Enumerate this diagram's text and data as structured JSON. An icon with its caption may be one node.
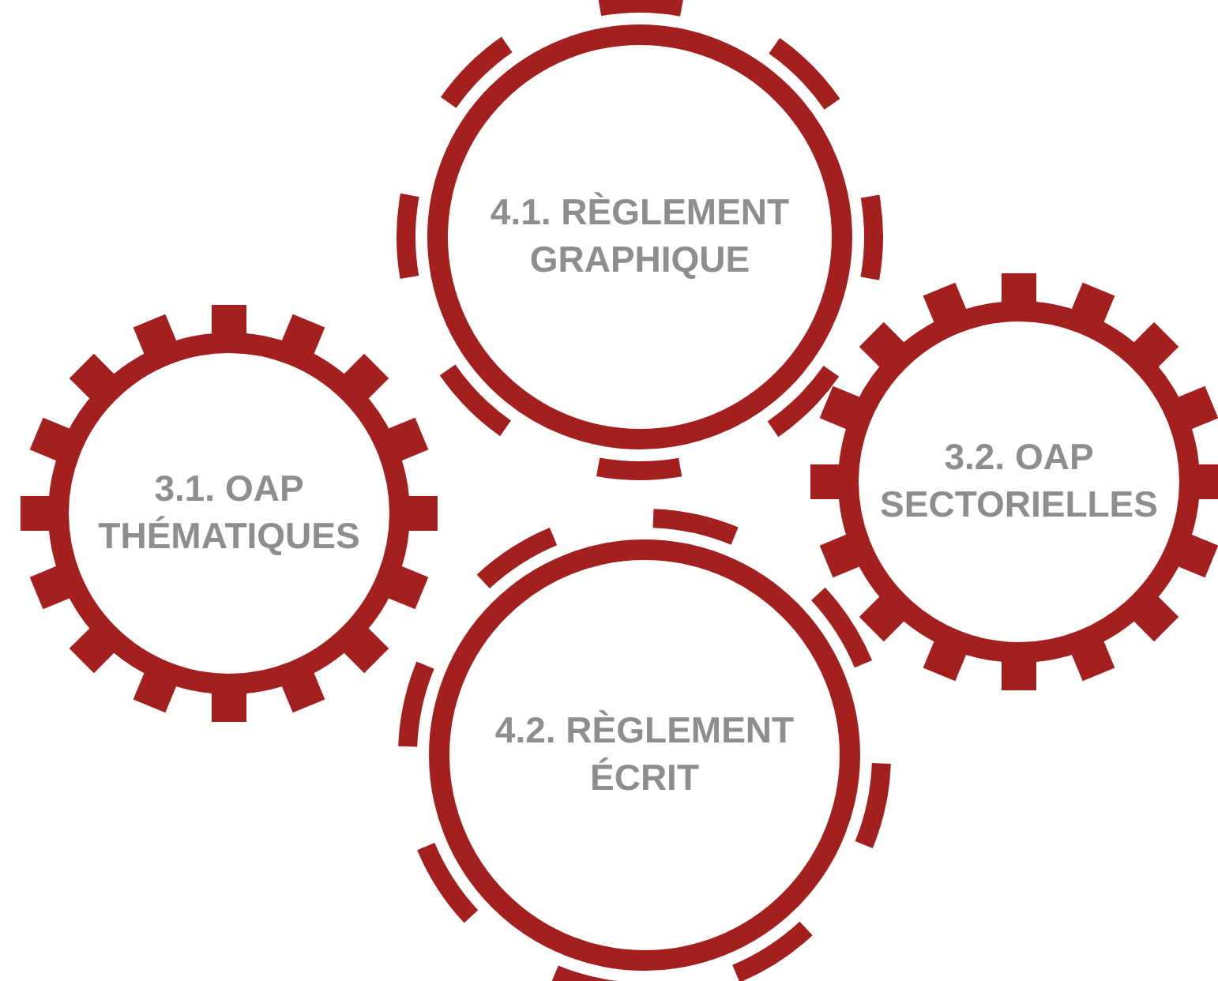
{
  "diagram": {
    "nodes": [
      {
        "text": [
          "4.1. RÈGLEMENT GRAPHIQUE"
        ]
      },
      {
        "text": [
          "3.2. OAP SECTORIELLES"
        ]
      },
      {
        "text": [
          "3.1. OAP THÉMATIQUES"
        ]
      },
      {
        "text": [
          "4.2. RÈGLEMENT ÉCRIT"
        ]
      }
    ]
  }
}
